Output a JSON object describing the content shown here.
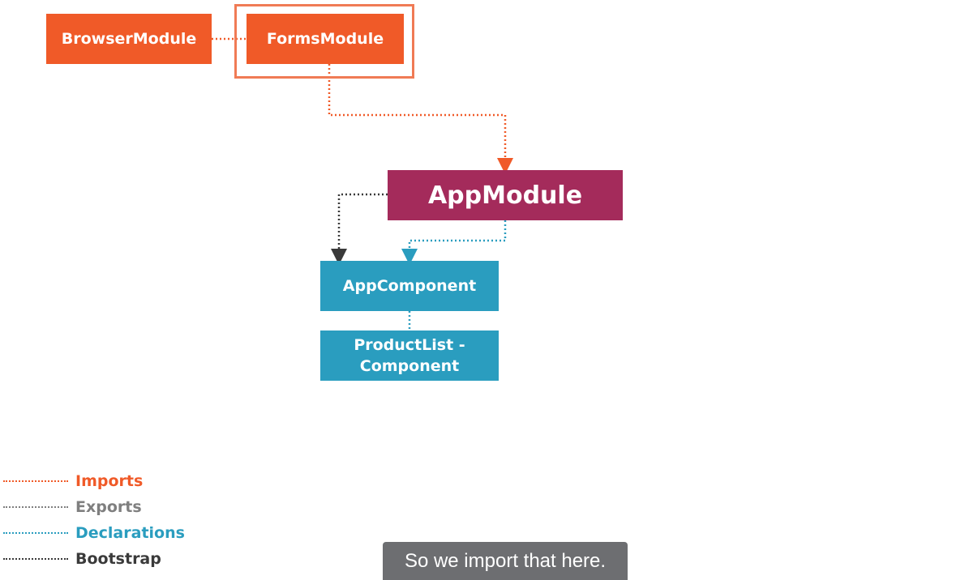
{
  "nodes": {
    "browser_module": "BrowserModule",
    "forms_module": "FormsModule",
    "app_module": "AppModule",
    "app_component": "AppComponent",
    "product_list_line1": "ProductList -",
    "product_list_line2": "Component"
  },
  "legend": {
    "imports": "Imports",
    "exports": "Exports",
    "declarations": "Declarations",
    "bootstrap": "Bootstrap"
  },
  "caption": "So we import that here.",
  "colors": {
    "imports": "#f05a28",
    "exports": "#7f7f7f",
    "declarations": "#2a9dbf",
    "bootstrap": "#3a3a3a",
    "module_orange": "#f05a28",
    "app_module": "#a42b5b",
    "component_teal": "#2a9dbf",
    "highlight": "#f07b55",
    "caption_bg": "#6d6e71"
  }
}
